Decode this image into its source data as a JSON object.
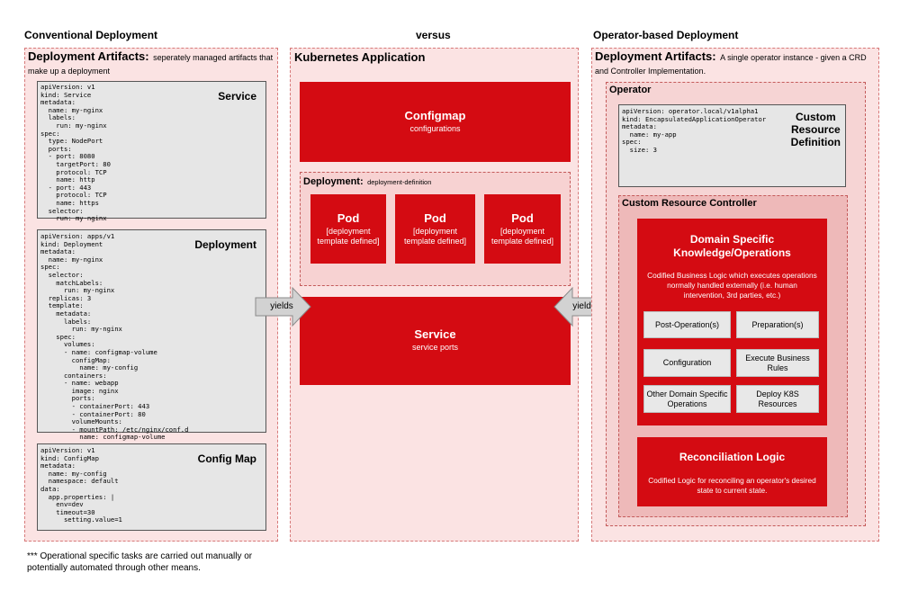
{
  "headings": {
    "left": "Conventional Deployment",
    "center": "versus",
    "right": "Operator-based Deployment"
  },
  "left_panel": {
    "title": "Deployment Artifacts:",
    "subtitle": "seperately managed artifacts that make up a deployment",
    "service": {
      "title": "Service",
      "code": "apiVersion: v1\nkind: Service\nmetadata:\n  name: my-nginx\n  labels:\n    run: my-nginx\nspec:\n  type: NodePort\n  ports:\n  - port: 8080\n    targetPort: 80\n    protocol: TCP\n    name: http\n  - port: 443\n    protocol: TCP\n    name: https\n  selector:\n    run: my-nginx"
    },
    "deployment": {
      "title": "Deployment",
      "code": "apiVersion: apps/v1\nkind: Deployment\nmetadata:\n  name: my-nginx\nspec:\n  selector:\n    matchLabels:\n      run: my-nginx\n  replicas: 3\n  template:\n    metadata:\n      labels:\n        run: my-nginx\n    spec:\n      volumes:\n      - name: configmap-volume\n        configMap:\n          name: my-config\n      containers:\n      - name: webapp\n        image: nginx\n        ports:\n        - containerPort: 443\n        - containerPort: 80\n        volumeMounts:\n        - mountPath: /etc/nginx/conf.d\n          name: configmap-volume"
    },
    "configmap": {
      "title": "Config Map",
      "code": "apiVersion: v1\nkind: ConfigMap\nmetadata:\n  name: my-config\n  namespace: default\ndata:\n  app.properties: |\n    env=dev\n    timeout=30\n      setting.value=1"
    }
  },
  "center_panel": {
    "title": "Kubernetes Application",
    "configmap": {
      "title": "Configmap",
      "sub": "configurations"
    },
    "deployment": {
      "title": "Deployment:",
      "sub": "deployment-definition",
      "pods": [
        {
          "title": "Pod",
          "line1": "[deployment",
          "line2": "template defined]"
        },
        {
          "title": "Pod",
          "line1": "[deployment",
          "line2": "template defined]"
        },
        {
          "title": "Pod",
          "line1": "[deployment",
          "line2": "template defined]"
        }
      ]
    },
    "service": {
      "title": "Service",
      "sub": "service ports"
    }
  },
  "arrows": {
    "left": "yields",
    "right": "yields"
  },
  "right_panel": {
    "title": "Deployment Artifacts:",
    "subtitle": "A single operator instance - given a CRD and Controller Implementation.",
    "operator": {
      "title": "Operator",
      "crd": {
        "title_line1": "Custom",
        "title_line2": "Resource",
        "title_line3": "Definition",
        "code": "apiVersion: operator.local/v1alpha1\nkind: EncapsulatedApplicationOperator\nmetadata:\n  name: my-app\nspec:\n  size: 3"
      },
      "controller": {
        "title": "Custom Resource Controller",
        "domain": {
          "title_line1": "Domain Specific",
          "title_line2": "Knowledge/Operations",
          "desc_line1": "Codified Business Logic which executes operations",
          "desc_line2": "normally handled externally (i.e. human",
          "desc_line3": "intervention, 3rd parties, etc.)",
          "ops": [
            "Post-Operation(s)",
            "Preparation(s)",
            "Configuration",
            "Execute Business Rules",
            "Other Domain Specific Operations",
            "Deploy K8S Resources"
          ]
        },
        "reconciliation": {
          "title": "Reconciliation Logic",
          "desc_line1": "Codified Logic for reconciling an operator's desired",
          "desc_line2": "state to current state."
        }
      }
    }
  },
  "footnote": {
    "line1": "*** Operational specific tasks are carried out manually or",
    "line2": "potentially automated through other means."
  },
  "colors": {
    "accent_red": "#d40b12",
    "panel_pink": "#fbe3e3",
    "inner_pink": "#f6c9c9",
    "code_gray": "#e6e6e6",
    "arrow_gray": "#d2d2d2"
  }
}
